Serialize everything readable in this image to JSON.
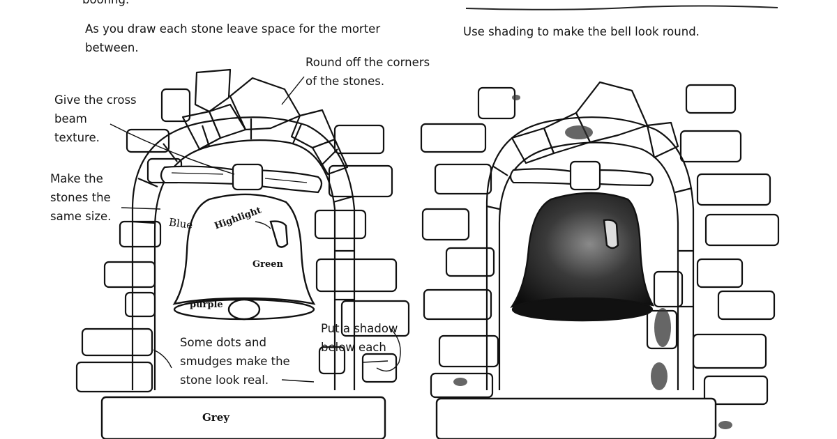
{
  "top_fragment": "boofing.",
  "left_panel": {
    "intro": [
      "As you draw each stone leave space for the morter",
      "between."
    ],
    "round_off": [
      "Round off the corners",
      "of the stones."
    ],
    "cross_beam": [
      "Give the cross",
      "beam",
      "texture."
    ],
    "same_size": [
      "Make the",
      "stones the",
      "same size."
    ],
    "color_labels": {
      "blue": "Blue",
      "highlight": "Highlight",
      "green": "Green",
      "purple": "purple",
      "grey": "Grey"
    },
    "shadow": [
      "Put a shadow",
      "below each"
    ],
    "dots": [
      "Some dots and",
      "smudges make the",
      "stone look real."
    ]
  },
  "right_panel": {
    "shading": "Use shading to make the bell look round."
  },
  "colors": {
    "ink": "#111111",
    "paper": "#ffffff",
    "shade": "#2a2a2a"
  }
}
